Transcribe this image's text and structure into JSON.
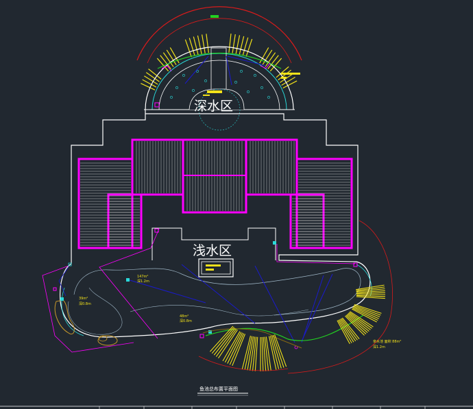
{
  "labels": {
    "deep_zone": "深水区",
    "shallow_zone": "浅水区",
    "area_1": "147m²",
    "depth_1": "深1.2m",
    "area_2": "39m²",
    "depth_2": "深0.8m",
    "area_3": "48m²",
    "depth_3": "深0.8m",
    "area_4": "亲水池  面积 88m²",
    "depth_4": "深1.2m",
    "drawing_title": "鱼池总布置平面图"
  },
  "colors": {
    "background": "#212830",
    "outline": "#ffffff",
    "platform": "#ff00ff",
    "deck_lines": "#c8c8c8",
    "pipes": "#1a1acc",
    "red_arc": "#d81b1b",
    "cyan": "#2ad8d8",
    "yellow": "#f2e21a",
    "green": "#22d022",
    "stone": "#c89a2a",
    "ochre": "#8a6a10"
  }
}
